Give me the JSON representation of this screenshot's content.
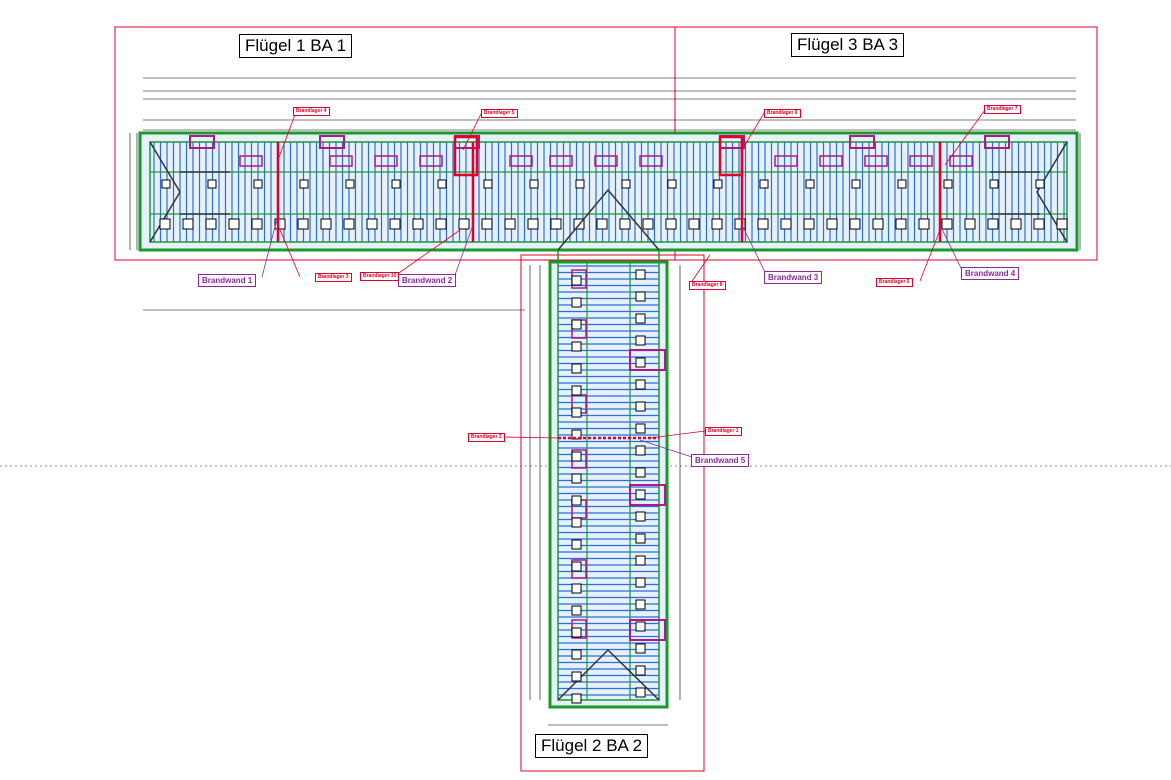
{
  "sheets": {
    "wing1": "Flügel 1 BA 1",
    "wing2": "Flügel 2 BA 2",
    "wing3": "Flügel 3 BA 3"
  },
  "fire_walls": {
    "bw1": "Brandwand 1",
    "bw2": "Brandwand 2",
    "bw3": "Brandwand 3",
    "bw4": "Brandwand 4",
    "bw5": "Brandwand 5"
  },
  "fire_floors": {
    "bd1": "Brandlager 1",
    "bd2": "Brandlager 2",
    "bd3": "Brandlager 3",
    "bd4": "Brandlager 4",
    "bd5": "Brandlager 5",
    "bd6": "Brandlager 6",
    "bd7": "Brandlager 7",
    "bd8": "Brandlager 8",
    "bd10": "Brandlager 10"
  },
  "colors": {
    "sheet_border": "#e0002a",
    "outline": "#1a9a2a",
    "rafters": "#2b6fd6",
    "dormer": "#b0178a",
    "fire_wall": "#e0002a",
    "label_purple": "#8a2aa0"
  }
}
